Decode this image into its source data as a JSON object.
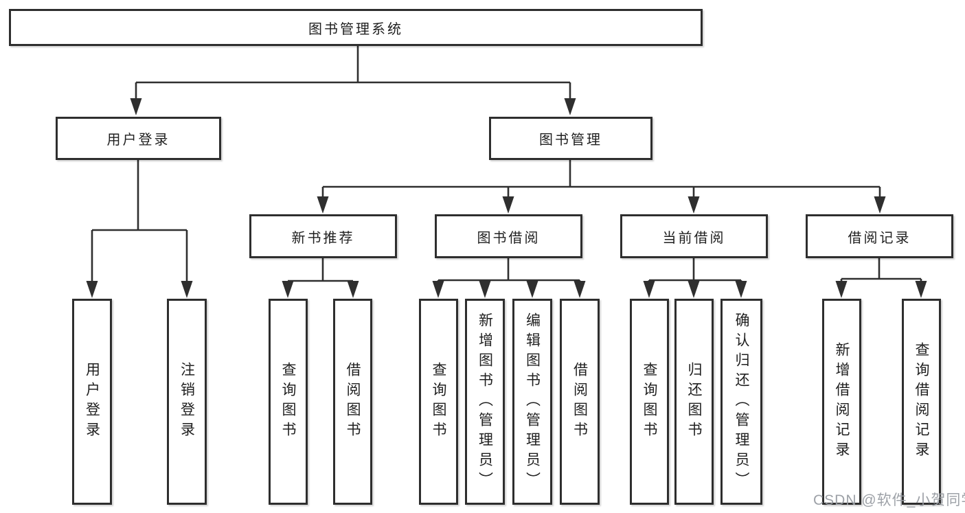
{
  "diagram": {
    "title": "图书管理系统",
    "branches": [
      {
        "label": "用户登录",
        "children": [
          "用户登录",
          "注销登录"
        ]
      },
      {
        "label": "图书管理",
        "sections": [
          {
            "label": "新书推荐",
            "children": [
              "查询图书",
              "借阅图书"
            ]
          },
          {
            "label": "图书借阅",
            "children": [
              "查询图书",
              "新增图书（管理员）",
              "编辑图书（管理员）",
              "借阅图书"
            ]
          },
          {
            "label": "当前借阅",
            "children": [
              "查询图书",
              "归还图书",
              "确认归还（管理员）"
            ]
          },
          {
            "label": "借阅记录",
            "children": [
              "新增借阅记录",
              "查询借阅记录"
            ]
          }
        ]
      }
    ]
  },
  "watermark": "CSDN @软件_小贺同学",
  "colors": {
    "line": "#2f2f2f",
    "box_border": "#2e2e2e",
    "box_fill": "#ffffff",
    "text": "#1f1f1f",
    "watermark": "#989ca2"
  }
}
